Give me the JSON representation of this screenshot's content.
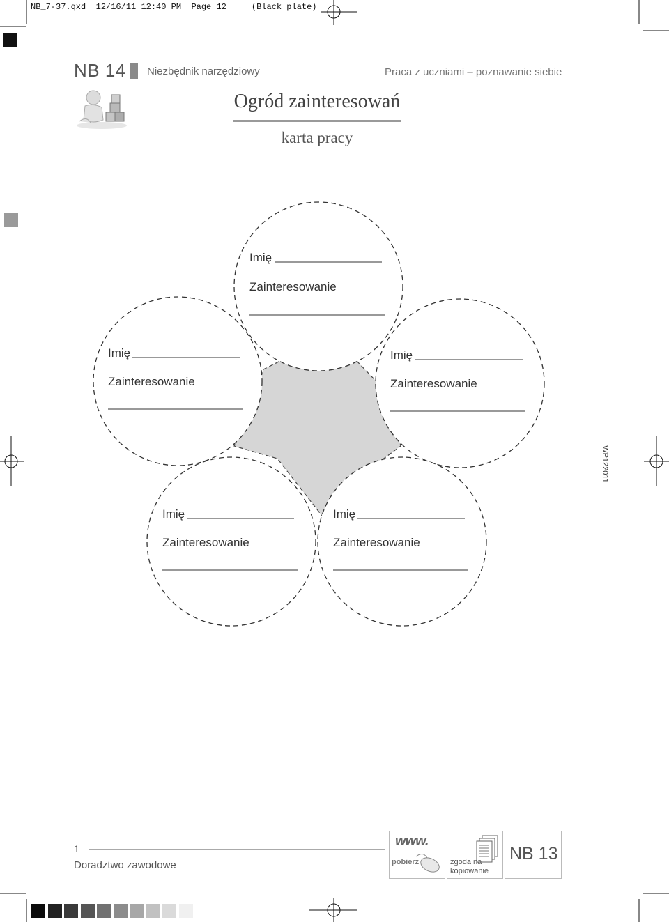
{
  "slug": {
    "filename": "NB_7-37.qxd",
    "date": "12/16/11",
    "time": "12:40 PM",
    "page": "Page 12",
    "plate": "(Black plate)"
  },
  "header": {
    "code": "NB 14",
    "subtitle": "Niezbędnik narzędziowy",
    "right": "Praca z uczniami – poznawanie siebie",
    "title": "Ogród zainteresowań",
    "doc_type": "karta pracy"
  },
  "side_code": "WP122011",
  "flower": {
    "name_label": "Imię",
    "interest_label": "Zainteresowanie",
    "petal_count": 5
  },
  "footer": {
    "page_number": "1",
    "section": "Doradztwo zawodowe",
    "www_label": "pobierz",
    "www_logo": "www.",
    "copy_label": "zgoda na kopiowanie",
    "ref_code": "NB 13"
  },
  "colors": {
    "center_fill": "#d6d6d6",
    "accent_gray": "#8a8a8a"
  },
  "icons": [
    "registration-mark-icon",
    "child-with-blocks-icon",
    "mouse-icon",
    "copy-pages-icon"
  ],
  "swatches": [
    "#0b0b0b",
    "#222222",
    "#3a3a3a",
    "#555555",
    "#717171",
    "#8c8c8c",
    "#a7a7a7",
    "#c1c1c1",
    "#dadada",
    "#f0f0f0"
  ]
}
